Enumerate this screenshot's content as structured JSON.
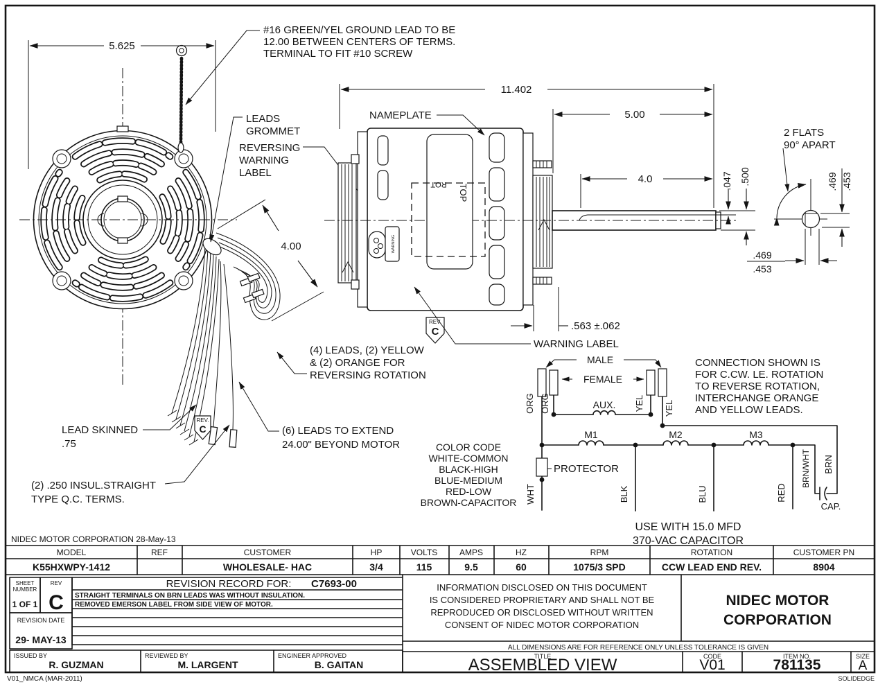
{
  "drawing": {
    "company_date_line": "NIDEC MOTOR CORPORATION 28-May-13",
    "footer_left": "V01_NMCA (MAR-2011)",
    "footer_right": "SOLIDEDGE"
  },
  "callouts": {
    "ground_note": [
      "#16 GREEN/YEL GROUND LEAD TO BE",
      "12.00 BETWEEN CENTERS OF TERMS.",
      "TERMINAL TO FIT #10 SCREW"
    ],
    "leads_grommet": [
      "LEADS",
      "GROMMET"
    ],
    "reversing_label": [
      "REVERSING",
      "WARNING",
      "LABEL"
    ],
    "nameplate": "NAMEPLATE",
    "warning_label": "WARNING LABEL",
    "two_flats": [
      "2 FLATS",
      "90° APART"
    ],
    "four_leads": [
      "(4) LEADS, (2) YELLOW",
      "& (2) ORANGE FOR",
      "REVERSING ROTATION"
    ],
    "six_leads": [
      "(6) LEADS TO EXTEND",
      "24.00\" BEYOND MOTOR"
    ],
    "lead_skinned": [
      "LEAD SKINNED",
      ".75"
    ],
    "qc_terms": [
      "(2) .250 INSUL.STRAIGHT",
      "TYPE Q.C. TERMS."
    ],
    "top_marking": "TOP",
    "rot_marking": "ROT",
    "warning_small": "WARNING",
    "rev_label": "REV.",
    "rev_value": "C"
  },
  "dimensions": {
    "flange": "5.625",
    "overall": "11.402",
    "shaft_ext": "5.00",
    "flat_len": "4.0",
    "loop_ext": "4.00",
    "flat_depth": ".047",
    "shaft_dia": ".500",
    "flat_hi": ".469",
    "flat_lo": ".453",
    "stud_len": ".563 ±.062"
  },
  "schematic": {
    "male": "MALE",
    "female": "FEMALE",
    "aux": "AUX.",
    "m1": "M1",
    "m2": "M2",
    "m3": "M3",
    "protector": "PROTECTOR",
    "wht": "WHT",
    "blk": "BLK",
    "blu": "BLU",
    "red": "RED",
    "brnwht": "BRN/WHT",
    "brn": "BRN",
    "org": "ORG",
    "yel": "YEL",
    "cap": "CAP.",
    "color_code": [
      "COLOR CODE",
      "WHITE-COMMON",
      "BLACK-HIGH",
      "BLUE-MEDIUM",
      "RED-LOW",
      "BROWN-CAPACITOR"
    ],
    "connection_note": [
      "CONNECTION SHOWN IS",
      "FOR C.CW. LE. ROTATION",
      "TO REVERSE ROTATION,",
      "INTERCHANGE ORANGE",
      "AND YELLOW LEADS."
    ],
    "cap_note": [
      "USE WITH 15.0 MFD",
      "370-VAC CAPACITOR"
    ]
  },
  "titleblock": {
    "headers": [
      "MODEL",
      "REF",
      "CUSTOMER",
      "HP",
      "VOLTS",
      "AMPS",
      "HZ",
      "RPM",
      "ROTATION",
      "CUSTOMER PN"
    ],
    "values": [
      "K55HXWPY-1412",
      "",
      "WHOLESALE- HAC",
      "3/4",
      "115",
      "9.5",
      "60",
      "1075/3 SPD",
      "CCW LEAD END REV.",
      "8904"
    ],
    "sheet_label": [
      "SHEET",
      "NUMBER"
    ],
    "sheet_value": "1 OF 1",
    "rev_label": "REV",
    "rev_value": "C",
    "revision_title": "REVISION RECORD FOR:",
    "revision_code": "C7693-00",
    "revision_rows": [
      "STRAIGHT TERMINALS ON BRN LEADS WAS WITHOUT INSULATION.",
      "REMOVED EMERSON LABEL FROM SIDE VIEW OF MOTOR."
    ],
    "revision_date_label": "REVISION DATE",
    "revision_date": "29- MAY-13",
    "issued_label": "ISSUED BY",
    "issued": "R. GUZMAN",
    "reviewed_label": "REVIEWED BY",
    "reviewed": "M. LARGENT",
    "approved_label": "ENGINEER APPROVED",
    "approved": "B. GAITAN",
    "proprietary": [
      "INFORMATION DISCLOSED ON THIS DOCUMENT",
      "IS CONSIDERED PROPRIETARY AND SHALL NOT BE",
      "REPRODUCED OR DISCLOSED WITHOUT WRITTEN",
      "CONSENT OF NIDEC MOTOR CORPORATION"
    ],
    "company": [
      "NIDEC MOTOR",
      "CORPORATION"
    ],
    "tolerance_note": "ALL DIMENSIONS ARE FOR REFERENCE ONLY UNLESS TOLERANCE IS GIVEN",
    "title_label": "TITLE",
    "title": "ASSEMBLED VIEW",
    "code_label": "CODE",
    "code": "V01",
    "item_label": "ITEM NO.",
    "item": "781135",
    "size_label": "SIZE",
    "size": "A"
  }
}
